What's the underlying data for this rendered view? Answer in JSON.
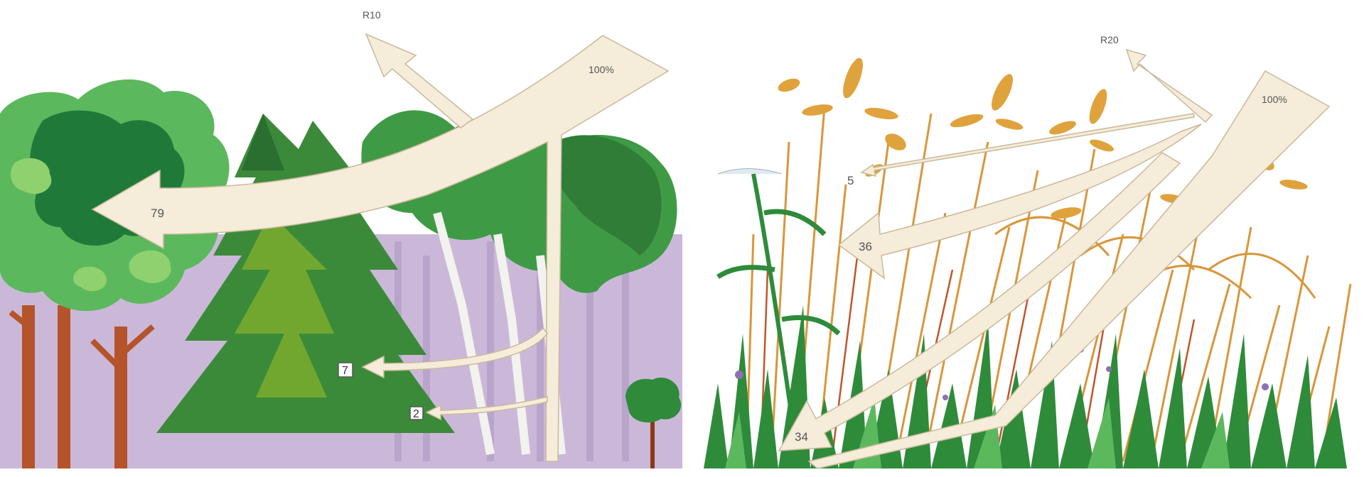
{
  "forest": {
    "incoming_label": "100%",
    "reflected_label": "R10",
    "canopy_absorbed_label": "79",
    "understory_label": "7",
    "ground_label": "2"
  },
  "grassland": {
    "incoming_label": "100%",
    "reflected_label": "R20",
    "upper_label": "5",
    "middle_label": "36",
    "ground_label": "34"
  },
  "colors": {
    "arrow_fill": "#f5ecd9",
    "arrow_stroke": "#c9b99a",
    "forest_dark": "#1f7a3a",
    "forest_light": "#5cb85c",
    "understory_lilac": "#cbb8d9",
    "grass_green": "#2e8b3a",
    "grass_straw": "#d9963a"
  }
}
